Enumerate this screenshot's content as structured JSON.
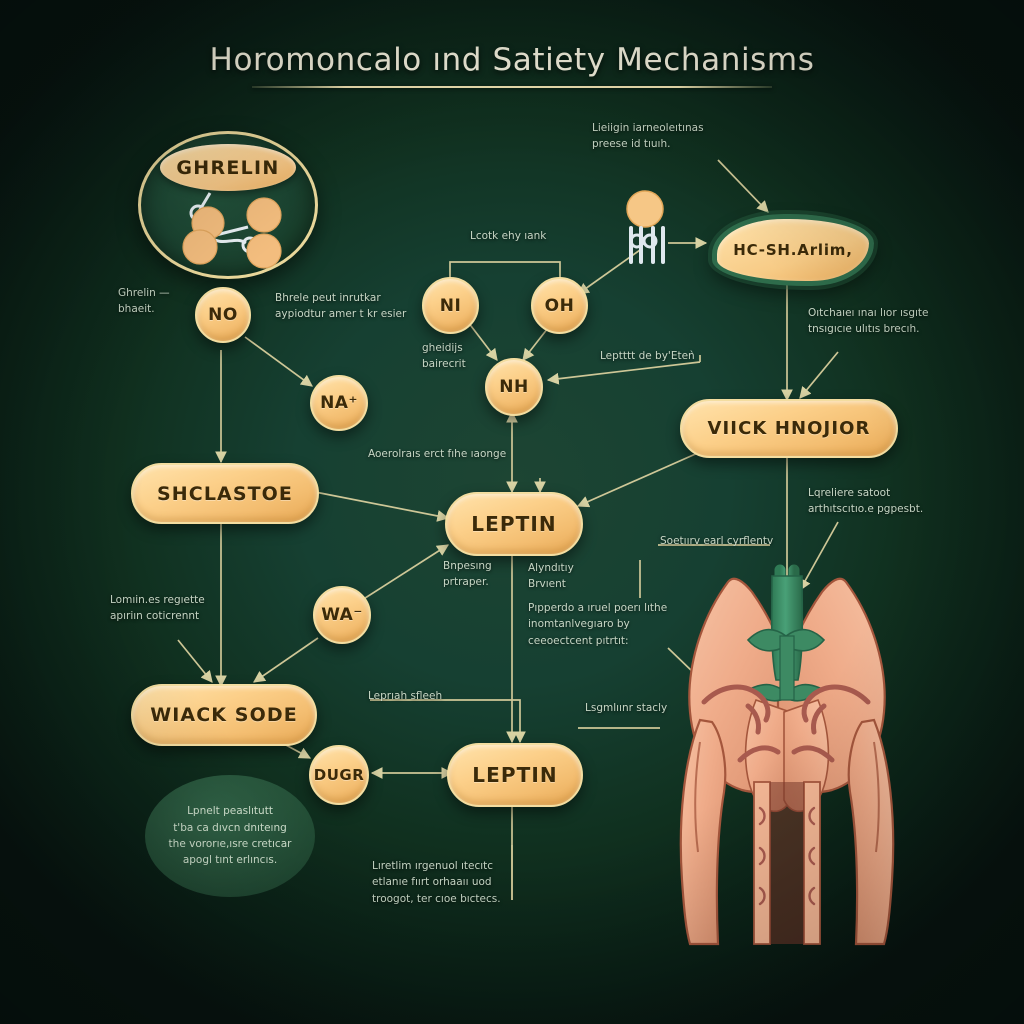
{
  "page": {
    "title": "Horomoncalo ınd Satiety Mechanisms",
    "background_dark": "#0a2016",
    "background_mid": "#1d4533",
    "accent_gold": "#f3dda0",
    "node_fill": "#fcd08a"
  },
  "nodes": {
    "ghrelin_capsule": "GHRELIN",
    "circle_no": "NO",
    "circle_na": "NA⁺",
    "circle_ni": "NI",
    "circle_oh": "OH",
    "circle_nh": "NH",
    "circle_wa": "WA⁻",
    "circle_dugr": "DUGR",
    "blob_receptor": "HC-SH.Arlim,",
    "box_shclastoe": "SHCLASTOE",
    "box_vick": "VIICK HNOJIOR",
    "box_leptin_mid": "LEPTIN",
    "box_wiack": "WIACK SODE",
    "box_leptin_low": "LEPTIN"
  },
  "captions": {
    "ghrelin_left": "Ghrelin —\nbhaeit.",
    "ghrelin_right": "Bhrele peut inrutkar\naypiodtur amer t kr esier",
    "leptin_top_right": "Lieiigin iarneoleıtınas\npreese id tıuıh.",
    "lcot": "Lcotk ehy ıank",
    "gheidijs": "gheidijs\nbairecrit",
    "leptit_by_eten": "Leptttt de by'Eteǹ",
    "otchaiel": "Oıtchaıeı ınaı lıor ısgıte\ntnsıgıcıe ulıtıs brecıh.",
    "aoerolrats": "Aoerolraıs erct fıhe ıaonge",
    "lqreliere": "Lqreliere satoot\narthıtscıtıo.e pgpesbt.",
    "bnpesing": "Bnpesıng\nprtraper.",
    "alyndity": "Alyndıtıy\nBrvıent",
    "pipperdo": "Pıpperdo a ıruel poerı lıthe\ninomtanlvegıaro by\nceeoectcent pıtrtıt:",
    "soetiiry": "Soetıırv earl cyrflentv",
    "lomiines": "Lomıin.es regıette\napıriın coticrennt",
    "leprian": "Leprıah sfleeh",
    "lsgmliinr": "Lsgmlıınr stacly",
    "note_circle": "Lpnelt peaslıtutt\nt'ba ca dıvcn dnıteıng\nthe vororıe,ısre cretıcar\napogl tınt erlıncıs.",
    "bottom_note": "Lıretlim ırgenuol ıtecıtc\netlanıe fıırt orhaaıı uod\ntroogot, ter cıoe bıctecs."
  }
}
